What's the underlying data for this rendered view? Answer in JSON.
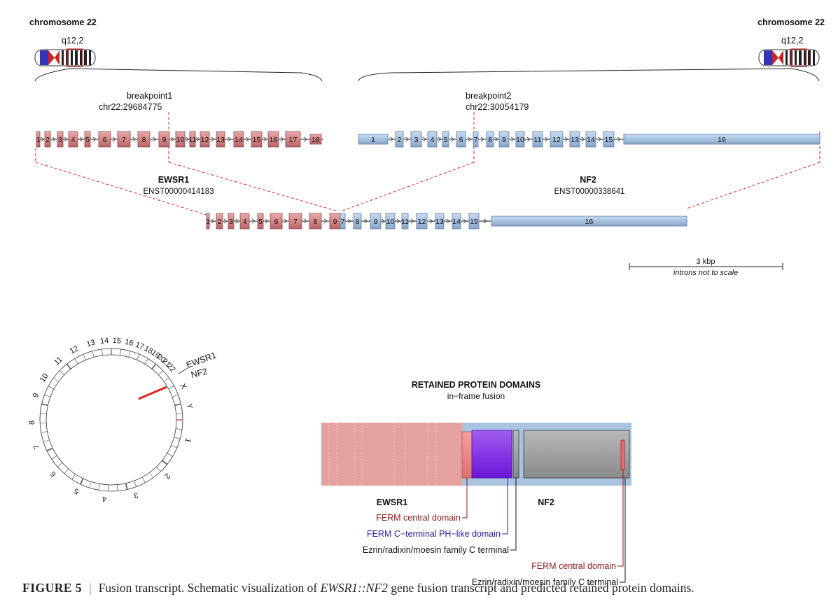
{
  "chromosome": {
    "left_label": "chromosome 22",
    "right_label": "chromosome 22",
    "band_left": "q12,2",
    "band_right": "q12,2"
  },
  "breakpoints": [
    {
      "name": "breakpoint1",
      "coord": "chr22:29684775"
    },
    {
      "name": "breakpoint2",
      "coord": "chr22:30054179"
    }
  ],
  "genes": {
    "ewsr1": {
      "name": "EWSR1",
      "transcript": "ENST00000414183",
      "exons": [
        "1",
        "2",
        "3",
        "4",
        "5",
        "6",
        "7",
        "8",
        "9",
        "10",
        "11",
        "12",
        "13",
        "14",
        "15",
        "16",
        "17",
        "18"
      ]
    },
    "nf2": {
      "name": "NF2",
      "transcript": "ENST00000338641",
      "exons": [
        "1",
        "2",
        "3",
        "4",
        "5",
        "6",
        "7",
        "8",
        "9",
        "10",
        "11",
        "12",
        "13",
        "14",
        "15",
        "16"
      ]
    }
  },
  "fusion": {
    "ewsr1_exons": [
      "1",
      "2",
      "3",
      "4",
      "5",
      "6",
      "7",
      "8",
      "9"
    ],
    "nf2_exons": [
      "7",
      "8",
      "9",
      "10",
      "11",
      "12",
      "13",
      "14",
      "15",
      "16"
    ]
  },
  "scale": {
    "label": "3 kbp",
    "note": "introns not to scale"
  },
  "circos": {
    "chromosomes": [
      "1",
      "2",
      "3",
      "4",
      "5",
      "6",
      "7",
      "8",
      "9",
      "10",
      "11",
      "12",
      "13",
      "14",
      "15",
      "16",
      "17",
      "18",
      "19",
      "20",
      "21",
      "22",
      "X",
      "Y"
    ],
    "gene_labels": [
      "EWSR1",
      "NF2"
    ]
  },
  "protein": {
    "title": "RETAINED PROTEIN DOMAINS",
    "subtitle": "in−frame fusion",
    "left_gene": "EWSR1",
    "right_gene": "NF2",
    "domains": [
      {
        "label": "FERM central domain",
        "color": "#8b1a1a"
      },
      {
        "label": "FERM C−terminal PH−like domain",
        "color": "#2a1aa0"
      },
      {
        "label": "Ezrin/radixin/moesin family C terminal",
        "color": "#111111"
      },
      {
        "label": "FERM central domain",
        "color": "#8b1a1a"
      },
      {
        "label": "Ezrin/radixin/moesin family C terminal",
        "color": "#111111"
      }
    ]
  },
  "caption": {
    "label": "FIGURE 5",
    "sep": "|",
    "text_a": "Fusion transcript. Schematic visualization of ",
    "text_b": "EWSR1::NF2",
    "text_c": " gene fusion transcript and predicted retained protein domains."
  },
  "colors": {
    "ewsr1": "#d9898b",
    "nf2": "#a9c3e0",
    "breakline": "#dd2222"
  }
}
